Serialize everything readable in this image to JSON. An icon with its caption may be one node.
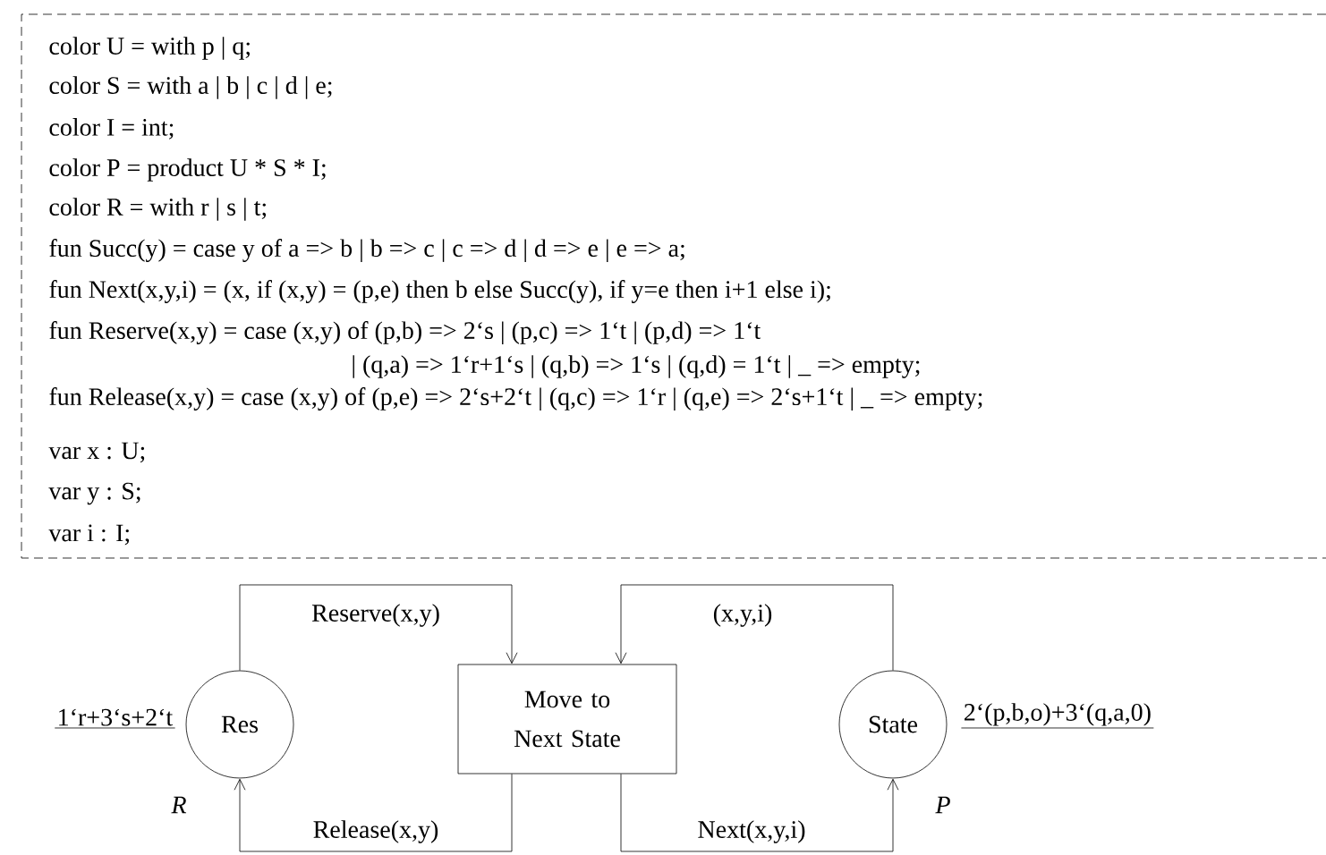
{
  "diagram": {
    "nodes": [
      {
        "text": [
          "Res"
        ],
        "beside": [
          "1‘r+3‘s+2‘t",
          "R"
        ]
      },
      {
        "text": [
          "Move to Next State"
        ]
      },
      {
        "text": [
          "State"
        ],
        "beside": [
          "2‘(p,b,o)+3‘(q,a,0)",
          "P"
        ]
      }
    ],
    "edges": [
      {
        "from": 0,
        "to": 1,
        "arrow": "to",
        "label": "Reserve(x,y)"
      },
      {
        "from": 1,
        "to": 0,
        "arrow": "to",
        "label": "Release(x,y)"
      },
      {
        "from": 2,
        "to": 1,
        "arrow": "to",
        "label": "(x,y,i)"
      },
      {
        "from": 1,
        "to": 2,
        "arrow": "to",
        "label": "Next(x,y,i)"
      }
    ],
    "labels": [
      "color U = with p | q;",
      "color S = with a | b | c | d | e;",
      "color I = int;",
      "color P = product U * S * I;",
      "color R = with r | s | t;",
      "fun Succ(y) = case y of a => b | b => c | c => d | d => e | e => a;",
      "fun Next(x,y,i) = (x, if (x,y) = (p,e) then b else Succ(y), if y=e then i+1 else i);",
      "fun Reserve(x,y) = case (x,y) of (p,b) => 2‘s | (p,c) => 1‘t | (p,d) => 1‘t",
      "| (q,a) => 1‘r+1‘s | (q,b) => 1‘s | (q,d) = 1‘t | _ => empty;",
      "fun Release(x,y) = case (x,y) of (p,e) => 2‘s+2‘t | (q,c) => 1‘r | (q,e) => 2‘s+1‘t | _ => empty;",
      "var x : U;",
      "var y : S;",
      "var i : I;"
    ]
  }
}
